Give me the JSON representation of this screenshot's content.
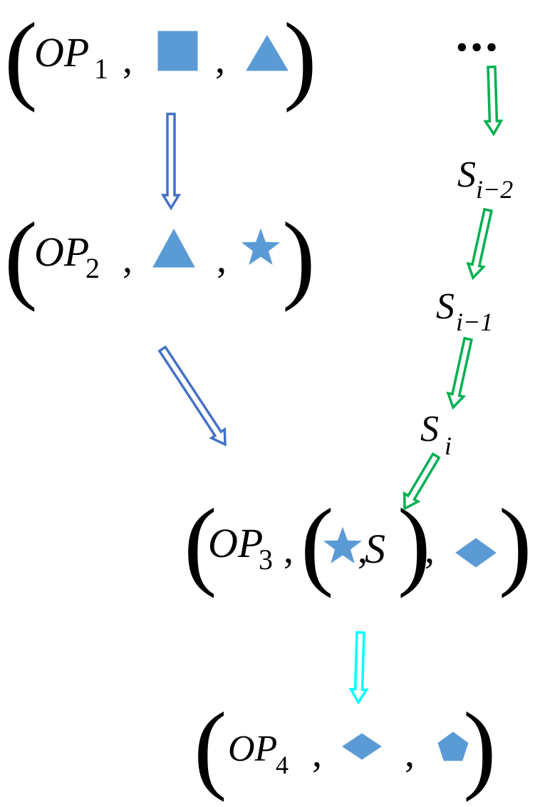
{
  "tuples": [
    {
      "op": "OP",
      "sub": "1",
      "comma": ",",
      "items": [
        "square-shape",
        "triangle-shape"
      ]
    },
    {
      "op": "OP",
      "sub": "2",
      "comma": ",",
      "items": [
        "triangle-shape",
        "star-shape"
      ]
    },
    {
      "op": "OP",
      "sub": "3",
      "comma": ",",
      "inner": {
        "items": [
          "star-shape"
        ],
        "var": "S"
      },
      "items": [
        "diamond-shape"
      ]
    },
    {
      "op": "OP",
      "sub": "4",
      "comma": ",",
      "items": [
        "diamond-shape",
        "pentagon-shape"
      ]
    }
  ],
  "ellipsis": "•••",
  "states": [
    {
      "base": "S",
      "sub": "i−2"
    },
    {
      "base": "S",
      "sub": "i−1"
    },
    {
      "base": "S",
      "sub": "i"
    }
  ],
  "colors": {
    "shape_fill": "#5b9bd5",
    "blue_arrow": "#4472c4",
    "green_arrow": "#00b050",
    "cyan_arrow": "#00ffff"
  }
}
